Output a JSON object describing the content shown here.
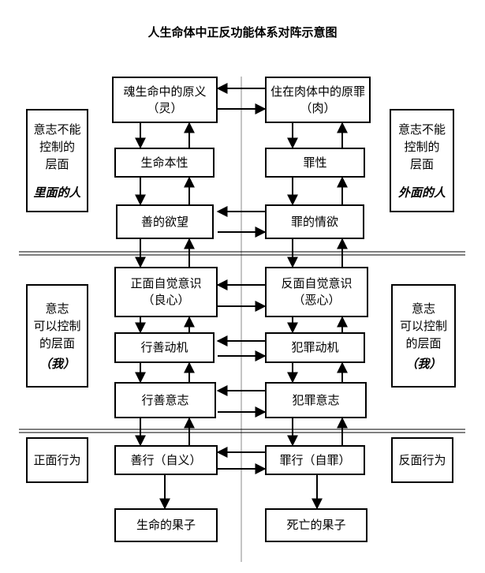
{
  "title": "人生命体中正反功能体系对阵示意图",
  "left": {
    "soul_life_original": [
      "魂生命中的原义",
      "（灵）"
    ],
    "life_nature": "生命本性",
    "good_desire": "善的欲望",
    "positive_conscious": [
      "正面自觉意识",
      "（良心）"
    ],
    "good_motive": "行善动机",
    "good_will": "行善意志",
    "good_deed": "善行（自义）",
    "fruit": "生命的果子"
  },
  "right": {
    "original_sin_flesh": [
      "住在肉体中的原罪",
      "（肉）"
    ],
    "sin_nature": "罪性",
    "sinful_lust": "罪的情欲",
    "negative_conscious": [
      "反面自觉意识",
      "（恶心）"
    ],
    "sin_motive": "犯罪动机",
    "sin_will": "犯罪意志",
    "sin_deed": "罪行（自罪）",
    "fruit": "死亡的果子"
  },
  "side_left": {
    "uncontrollable": [
      "意志不能",
      "控制的",
      "层面"
    ],
    "inner_man": "里面的人",
    "controllable": [
      "意志",
      "可以控制",
      "的层面"
    ],
    "self": "（我）",
    "positive_behavior": "正面行为"
  },
  "side_right": {
    "uncontrollable": [
      "意志不能",
      "控制的",
      "层面"
    ],
    "outer_man": "外面的人",
    "controllable": [
      "意志",
      "可以控制",
      "的层面"
    ],
    "self": "（我）",
    "negative_behavior": "反面行为"
  }
}
